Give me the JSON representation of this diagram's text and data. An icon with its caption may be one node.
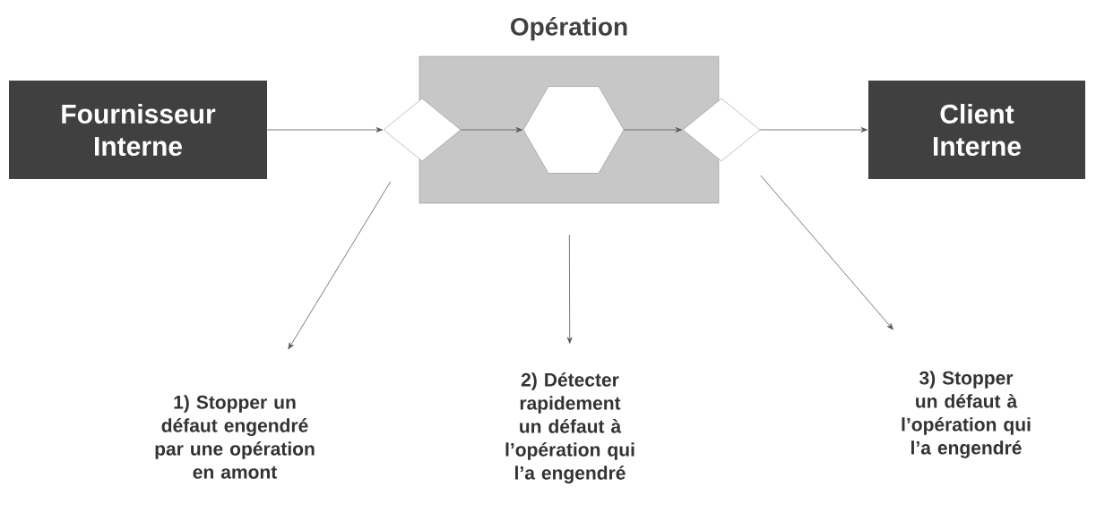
{
  "diagram": {
    "nodes": [
      {
        "text": [
          "Fournisseur Interne"
        ]
      },
      {
        "text": [
          "Opération"
        ]
      },
      {
        "text": [],
        "shape": "diamond"
      },
      {
        "text": [],
        "shape": "hexagon",
        "in": 1
      },
      {
        "text": [],
        "shape": "diamond"
      },
      {
        "text": [
          "Client Interne"
        ]
      },
      {
        "text": [
          "1) Stopper un défaut engendré par une opération en amont"
        ]
      },
      {
        "text": [
          "2) Détecter rapidement un défaut à l’opération qui l’a engendré"
        ]
      },
      {
        "text": [
          "3) Stopper un défaut à l’opération qui l’a engendré"
        ]
      }
    ],
    "edges": [
      {
        "from": 0,
        "to": 2,
        "arrow": "to"
      },
      {
        "from": 2,
        "to": 3,
        "arrow": "to"
      },
      {
        "from": 3,
        "to": 4,
        "arrow": "to"
      },
      {
        "from": 4,
        "to": 5,
        "arrow": "to"
      },
      {
        "from": 2,
        "to": 6,
        "arrow": "to"
      },
      {
        "from": 1,
        "to": 7,
        "arrow": "to"
      },
      {
        "from": 4,
        "to": 8,
        "arrow": "to"
      }
    ]
  }
}
